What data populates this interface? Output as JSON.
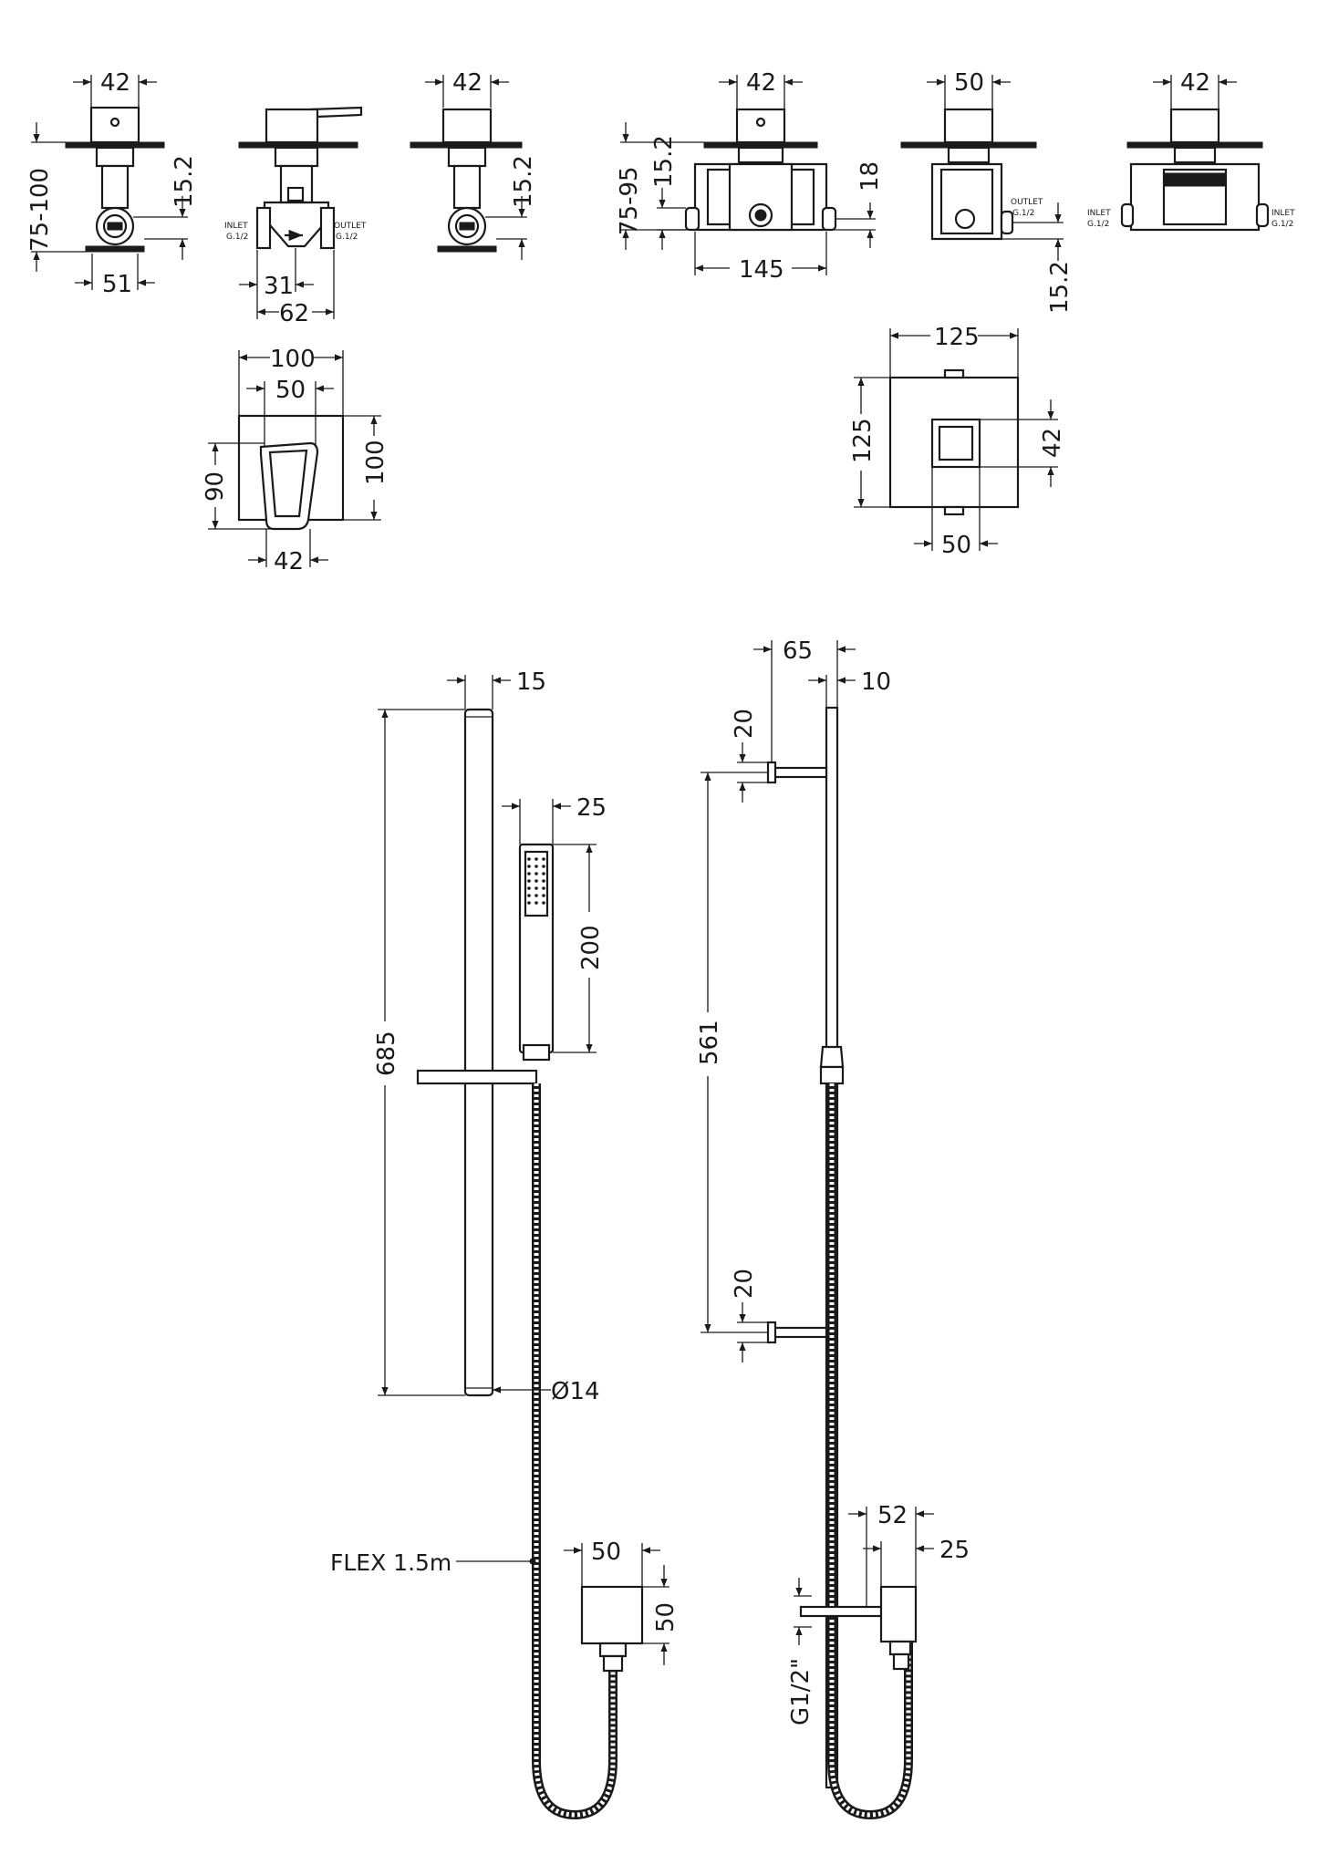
{
  "title": "",
  "views": {
    "valve_a": {
      "width": "42",
      "depth": "75-100",
      "offset": "15.2",
      "base": "51"
    },
    "valve_b": {
      "inlet": "INLET",
      "inlet_size": "G.1/2",
      "outlet": "OUTLET",
      "outlet_size": "G.1/2",
      "half": "31",
      "width": "62"
    },
    "valve_c": {
      "width": "42",
      "offset": "15.2"
    },
    "box_a": {
      "width": "42",
      "depth": "75-95",
      "offset": "15.2",
      "side": "18",
      "length": "145"
    },
    "box_b": {
      "width": "50",
      "outlet": "OUTLET",
      "outlet_size": "G.1/2",
      "offset": "15.2"
    },
    "box_c": {
      "width": "42",
      "inlet_left": "INLET",
      "inlet_left_size": "G.1/2",
      "inlet_right": "INLET",
      "inlet_right_size": "G.1/2"
    },
    "plate_front": {
      "outer_width": "100",
      "inner_width": "50",
      "lever_height": "90",
      "plate_height": "100",
      "lever_width": "42"
    },
    "plate_square": {
      "width": "125",
      "height": "125",
      "knob": "42",
      "bottom": "50"
    },
    "riser_front": {
      "rail_width": "15",
      "rail_length": "685",
      "handset_width": "25",
      "handset_length": "200",
      "rail_diameter": "Ø14",
      "flex": "FLEX 1.5m",
      "outlet_width": "50",
      "outlet_height": "50"
    },
    "riser_side": {
      "projection": "65",
      "rail_depth": "10",
      "bracket_top": "20",
      "bracket_centres": "561",
      "bracket_bottom": "20",
      "outlet_projection": "52",
      "outlet_depth": "25",
      "thread": "G1/2\""
    }
  }
}
